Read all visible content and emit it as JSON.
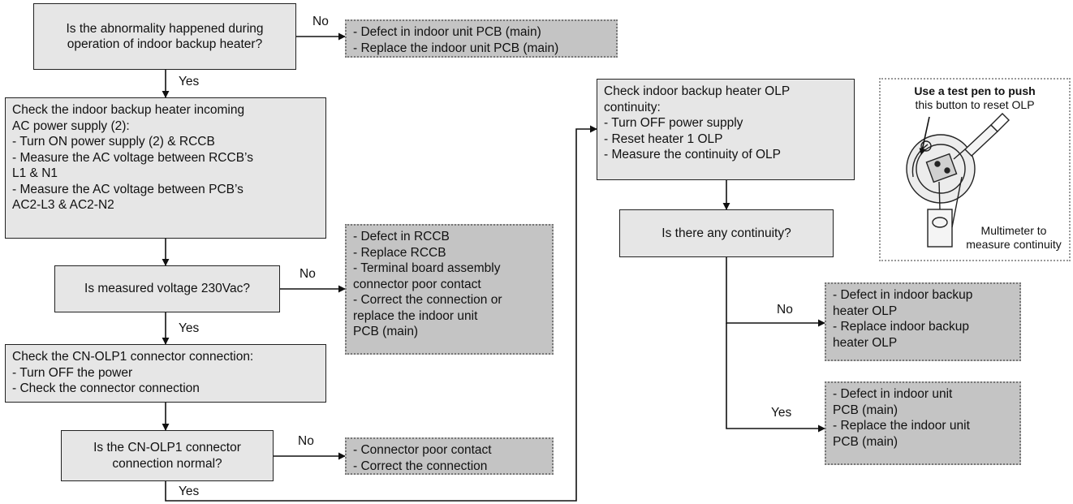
{
  "decisions": {
    "d1": [
      "Is the abnormality happened during",
      "operation of indoor backup heater?"
    ],
    "d2": [
      "Is measured voltage 230Vac?"
    ],
    "d3": [
      "Is the CN-OLP1 connector",
      "connection normal?"
    ],
    "d4": [
      "Is there any continuity?"
    ]
  },
  "processes": {
    "p1": [
      "Check the indoor backup heater incoming",
      "AC power supply (2):",
      "- Turn ON power supply (2) & RCCB",
      "- Measure the AC voltage between RCCB’s",
      "L1 & N1",
      "- Measure the AC voltage between PCB’s",
      "AC2-L3 & AC2-N2"
    ],
    "p2": [
      "Check the CN-OLP1 connector connection:",
      "- Turn OFF the power",
      "- Check the connector connection"
    ],
    "p3": [
      "Check indoor backup heater OLP",
      "continuity:",
      "- Turn OFF power supply",
      "- Reset heater 1 OLP",
      "- Measure the continuity of OLP"
    ]
  },
  "results": {
    "r1": [
      "- Defect in indoor unit PCB (main)",
      "- Replace the indoor unit PCB (main)"
    ],
    "r2": [
      "- Defect in RCCB",
      "- Replace RCCB",
      "- Terminal board assembly",
      "connector poor contact",
      "- Correct the connection or",
      "replace the indoor unit",
      "PCB (main)"
    ],
    "r3": [
      "- Connector poor contact",
      "- Correct the connection"
    ],
    "r4": [
      "- Defect in indoor backup",
      "heater OLP",
      "- Replace indoor backup",
      "heater OLP"
    ],
    "r5": [
      "- Defect in indoor unit",
      "PCB (main)",
      "- Replace the indoor unit",
      "PCB (main)"
    ]
  },
  "labels": {
    "no1": "No",
    "yes1": "Yes",
    "no2": "No",
    "yes2": "Yes",
    "no3": "No",
    "yes3": "Yes",
    "no4": "No",
    "yes4": "Yes"
  },
  "figure": {
    "caption_top": [
      "Use a test pen to push",
      "this button to reset OLP"
    ],
    "caption_bottom": [
      "Multimeter to",
      "measure continuity"
    ]
  }
}
